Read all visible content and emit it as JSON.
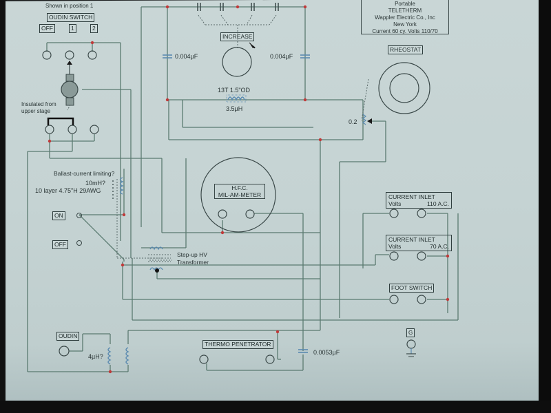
{
  "title_block": {
    "line1": "Portable",
    "line2": "TELETHERM",
    "line3": "Wappler Electric Co., Inc",
    "line4": "New York",
    "line5": "Current 60 cy.  Volts 110/70"
  },
  "oudin_switch": {
    "note": "Shown in position 1",
    "label": "OUDIN SWITCH",
    "positions": [
      "OFF",
      "1",
      "2"
    ]
  },
  "insulated_note": {
    "line1": "Insulated from",
    "line2": "upper stage"
  },
  "capacitors": {
    "left": "0.004µF",
    "right": "0.004µF",
    "bottom": "0.0053µF"
  },
  "increase_label": "INCREASE",
  "coil": {
    "spec": "13T 1.5\"OD",
    "value": "3.5µH"
  },
  "rheostat": {
    "label": "RHEOSTAT",
    "value": "0.2"
  },
  "ballast": {
    "question": "Ballast-current limiting?",
    "value": "10mH?",
    "spec": "10 layer 4.75\"H 29AWG"
  },
  "power_switch": {
    "on": "ON",
    "off": "OFF"
  },
  "meter": {
    "line1": "H.F.C.",
    "line2": "MIL-AM-METER"
  },
  "transformer": {
    "line1": "Step-up HV",
    "line2": "Transformer"
  },
  "inlet_110": {
    "label": "CURRENT INLET",
    "volts_label": "Volts",
    "volts_value": "110 A.C."
  },
  "inlet_70": {
    "label": "CURRENT INLET",
    "volts_label": "Volts",
    "volts_value": "70 A.C."
  },
  "foot_switch": {
    "label": "FOOT SWITCH"
  },
  "oudin": {
    "label": "OUDIN",
    "inductance": "4µH?"
  },
  "thermo_penetrator": {
    "label": "THERMO PENETRATOR"
  },
  "ground": {
    "label": "G"
  },
  "colors": {
    "wire": "#5a7a70",
    "junction": "#c03a3a",
    "component_blue": "#5a8ab0",
    "paper": "#c7d5d5"
  }
}
